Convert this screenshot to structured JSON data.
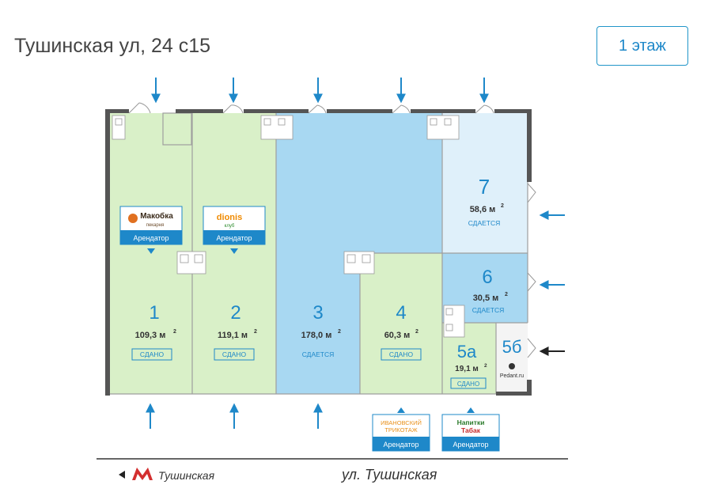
{
  "header": {
    "title": "Тушинская ул, 24 с15"
  },
  "floor_button": {
    "label": "1 этаж"
  },
  "colors": {
    "rented_green": "#d9f0c8",
    "for_rent_blue": "#a8d8f2",
    "light_blue": "#dff0fa",
    "accent": "#1e88c9"
  },
  "units": [
    {
      "number": "1",
      "area": "109,3 м",
      "status": "СДАНО"
    },
    {
      "number": "2",
      "area": "119,1 м",
      "status": "СДАНО"
    },
    {
      "number": "3",
      "area": "178,0 м",
      "status": "СДАЕТСЯ"
    },
    {
      "number": "4",
      "area": "60,3 м",
      "status": "СДАНО"
    },
    {
      "number": "5а",
      "area": "19,1 м",
      "status": "СДАНО"
    },
    {
      "number": "5б"
    },
    {
      "number": "6",
      "area": "30,5 м",
      "status": "СДАЕТСЯ"
    },
    {
      "number": "7",
      "area": "58,6 м",
      "status": "СДАЕТСЯ"
    }
  ],
  "area_superscript": "2",
  "tenants": [
    {
      "logo": "Mакобка",
      "logo_sub": "пекарня",
      "role": "Арендатор"
    },
    {
      "logo": "dionis",
      "logo_sub": "клуб",
      "role": "Арендатор"
    },
    {
      "logo_line1": "ИВАНОВСКИЙ",
      "logo_line2": "ТРИКОТАЖ",
      "role": "Арендатор"
    },
    {
      "logo_line1": "Напитки",
      "logo_line2": "Табак",
      "role": "Арендатор"
    }
  ],
  "pedant_label": "Pedant.ru",
  "metro": {
    "label": "Тушинская",
    "icon": "metro-m-icon"
  },
  "street": {
    "label": "ул. Тушинская"
  }
}
